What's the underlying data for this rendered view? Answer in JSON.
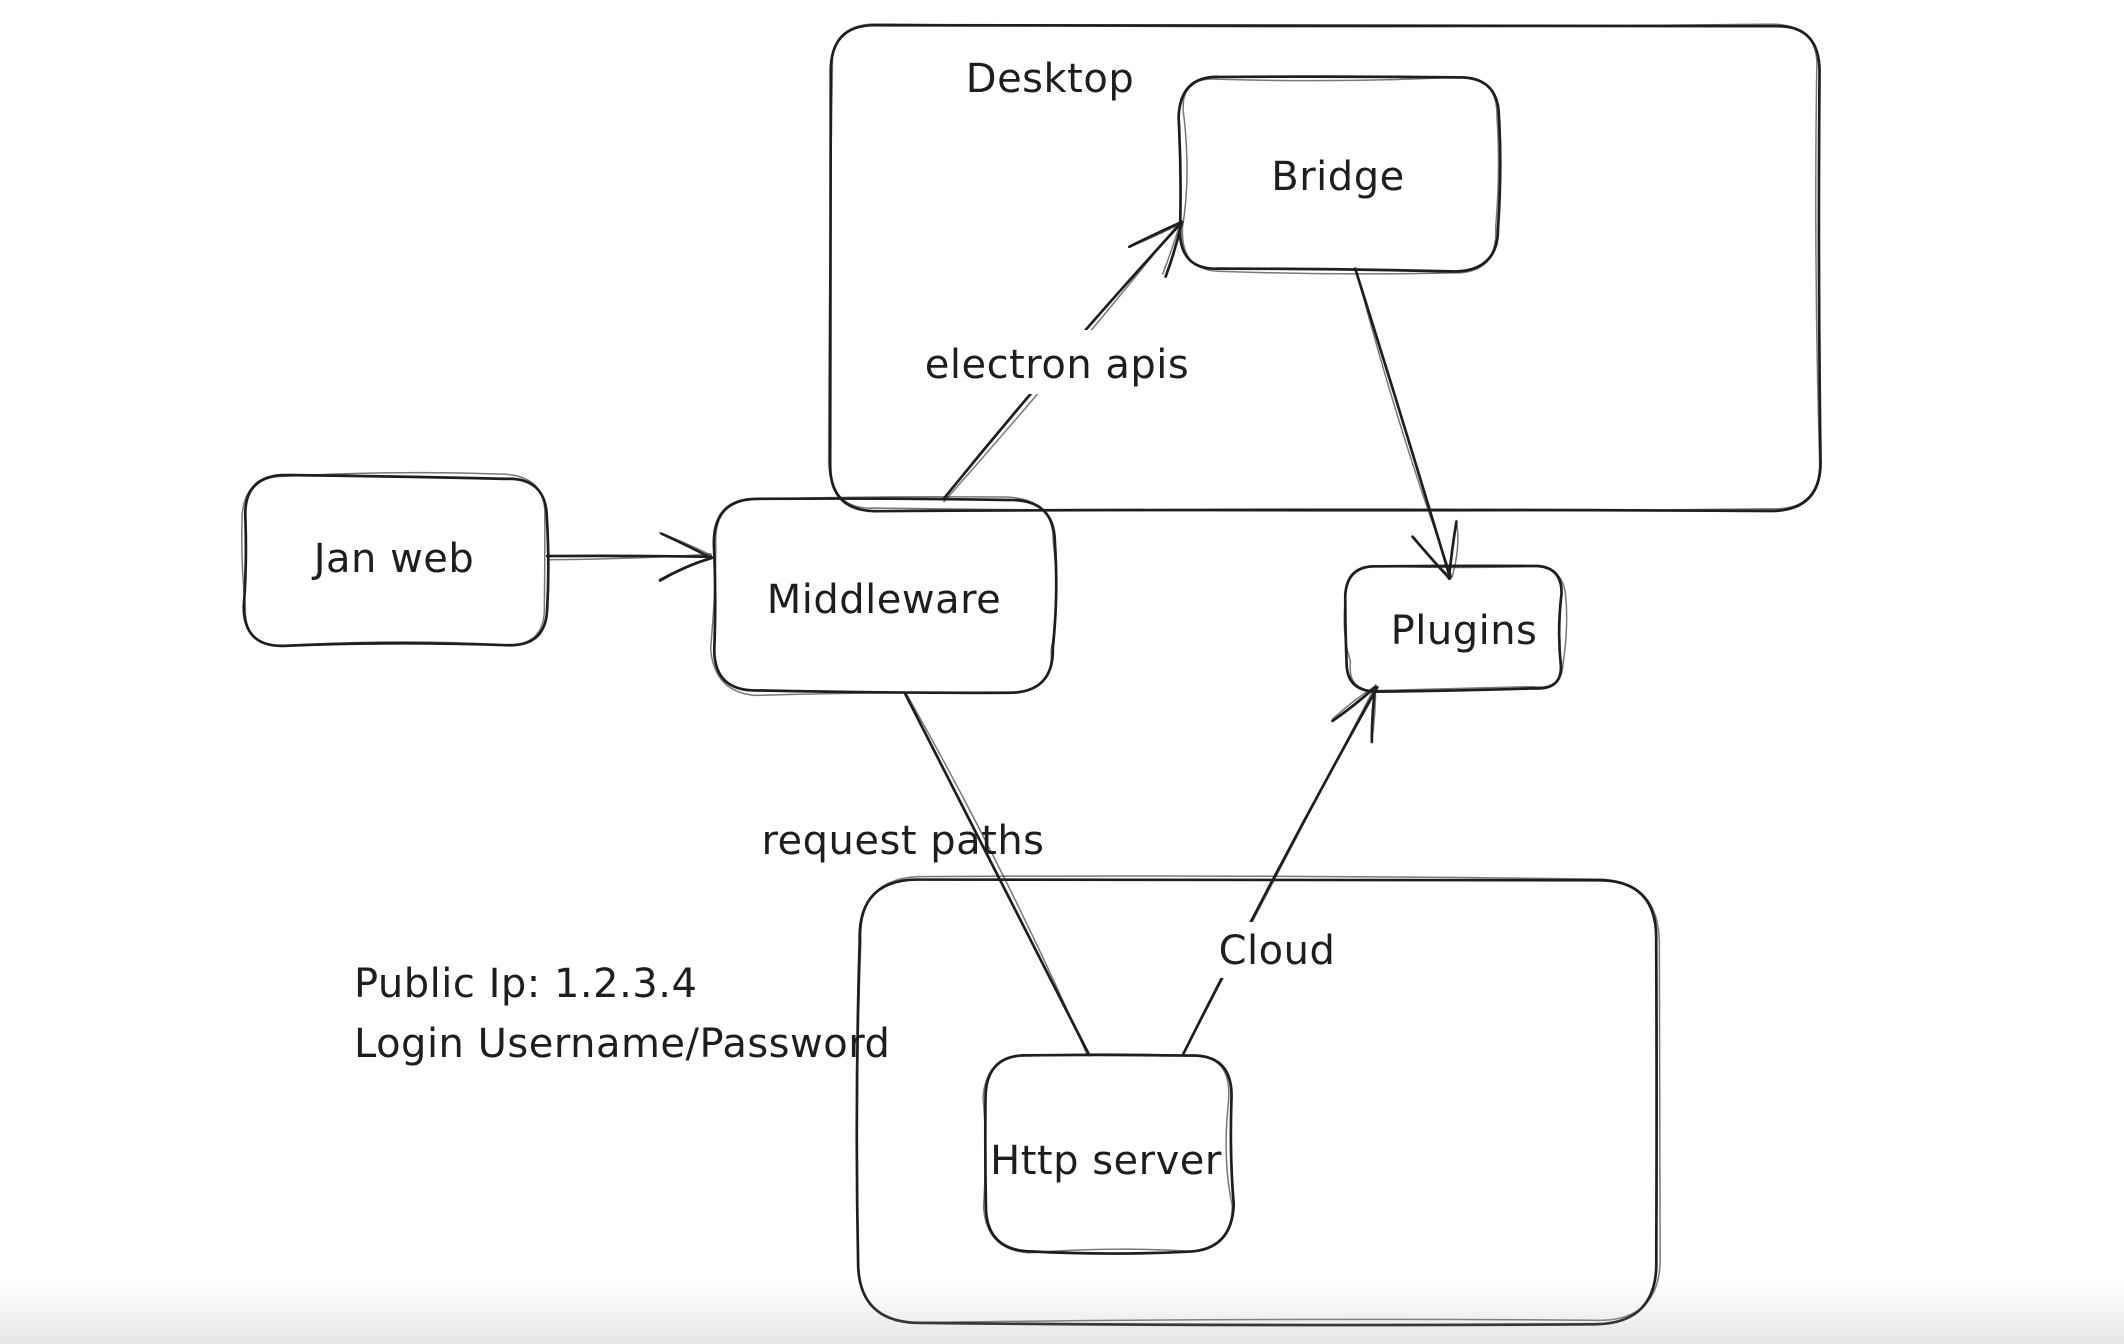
{
  "app": {
    "background_color": "#ffffff",
    "stroke_color": "#1e1e1e"
  },
  "diagram": {
    "containers": [
      {
        "id": "desktop",
        "label": "Desktop"
      },
      {
        "id": "cloud",
        "label": "Cloud"
      }
    ],
    "nodes": [
      {
        "id": "jan-web",
        "label": "Jan web"
      },
      {
        "id": "middleware",
        "label": "Middleware"
      },
      {
        "id": "bridge",
        "label": "Bridge"
      },
      {
        "id": "plugins",
        "label": "Plugins"
      },
      {
        "id": "http-server",
        "label": "Http server"
      }
    ],
    "edges": [
      {
        "from": "jan-web",
        "to": "middleware",
        "label": ""
      },
      {
        "from": "middleware",
        "to": "bridge",
        "label": "electron apis"
      },
      {
        "from": "bridge",
        "to": "plugins",
        "label": ""
      },
      {
        "from": "middleware",
        "to": "http-server",
        "label": "request paths"
      },
      {
        "from": "http-server",
        "to": "plugins",
        "label": ""
      }
    ],
    "annotations": [
      {
        "text": "Public Ip: 1.2.3.4"
      },
      {
        "text": "Login Username/Password"
      }
    ]
  }
}
